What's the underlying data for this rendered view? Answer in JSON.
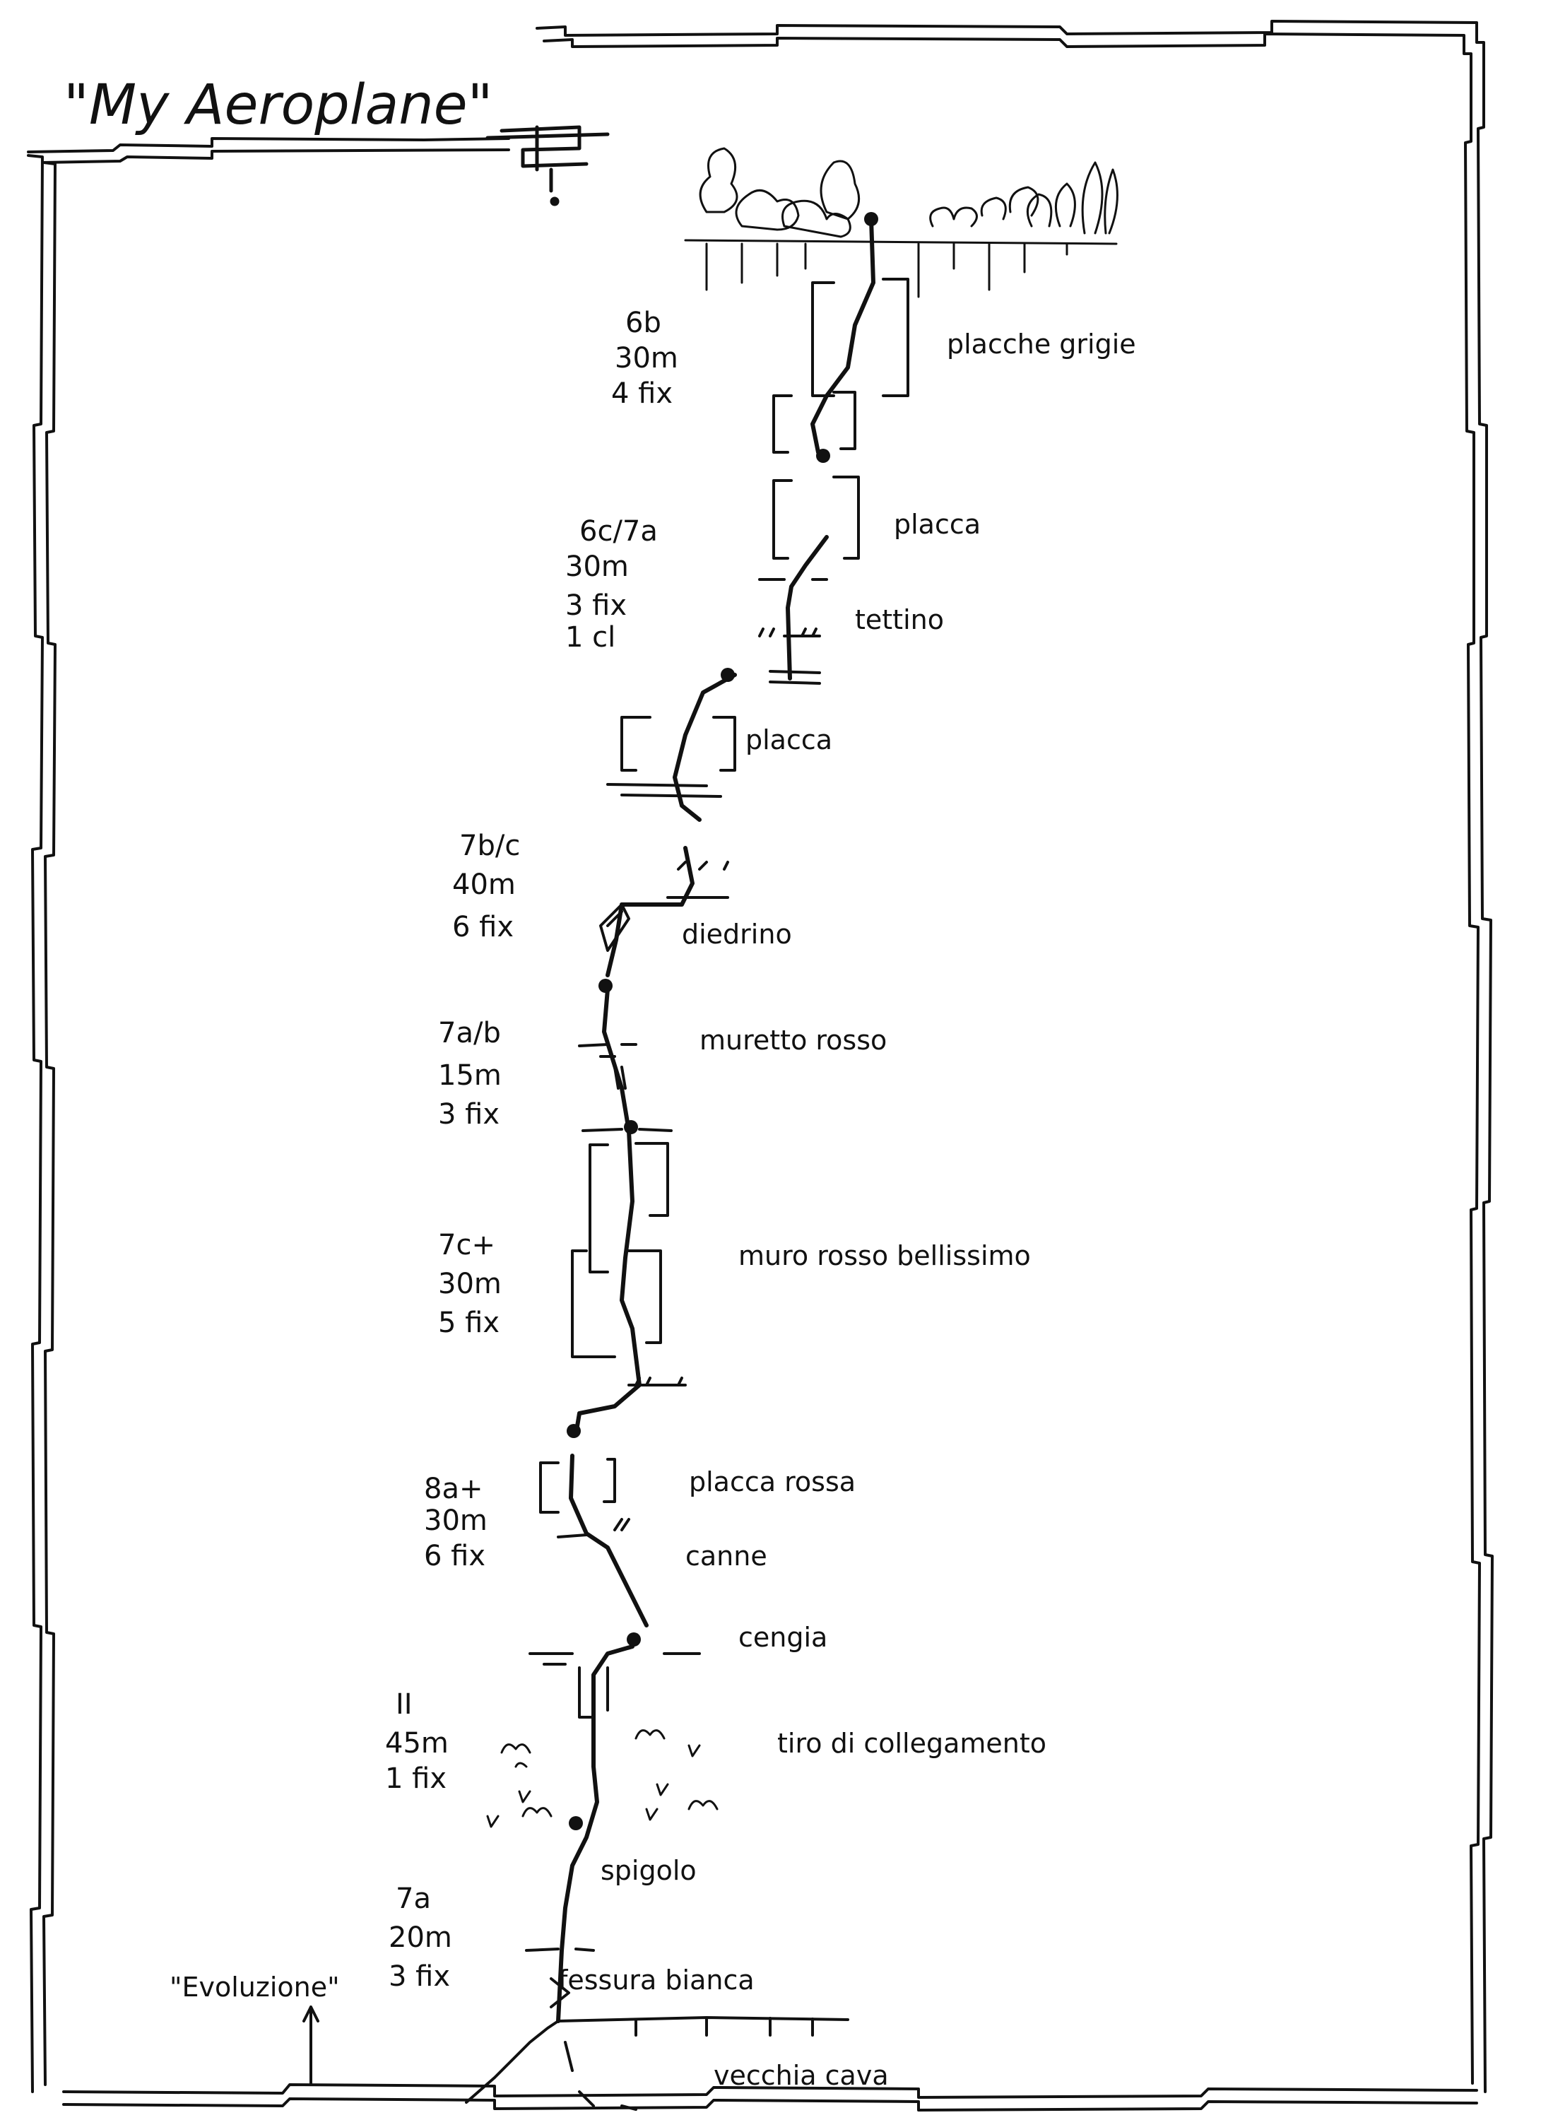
{
  "title": "\"My Aeroplane\"",
  "side_route": "\"Evoluzione\"",
  "pitches": [
    {
      "grade": "6b",
      "length": "30m",
      "protection": "4 fix",
      "feature": "placche grigie"
    },
    {
      "grade": "6c/7a",
      "length": "30m",
      "protection": "3 fix",
      "protection2": "1 cl",
      "feature_top": "placca",
      "feature": "tettino"
    },
    {
      "grade": "7b/c",
      "length": "40m",
      "protection": "6 fix",
      "feature_top": "placca",
      "feature": "diedrino"
    },
    {
      "grade": "7a/b",
      "length": "15m",
      "protection": "3 fix",
      "feature": "muretto rosso"
    },
    {
      "grade": "7c+",
      "length": "30m",
      "protection": "5 fix",
      "feature": "muro rosso bellissimo"
    },
    {
      "grade": "8a+",
      "length": "30m",
      "protection": "6 fix",
      "feature": "placca rossa",
      "feature2": "canne"
    },
    {
      "grade": "II",
      "length": "45m",
      "protection": "1 fix",
      "feature": "tiro di collegamento",
      "ledge": "cengia"
    },
    {
      "grade": "7a",
      "length": "20m",
      "protection": "3 fix",
      "feature": "spigolo",
      "feature2": "fessura bianca"
    }
  ],
  "base": "vecchia cava",
  "colors": {
    "ink": "#111111",
    "paper": "#ffffff"
  }
}
